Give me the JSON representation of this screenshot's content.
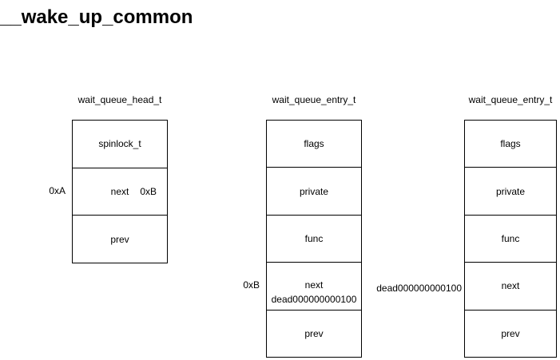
{
  "page_title": "__wake_up_common",
  "diagram": {
    "boxes": [
      {
        "caption": "wait_queue_head_t",
        "cells": [
          "spinlock_t",
          "next",
          "prev"
        ],
        "next_points_to": "0xB",
        "address_label": "0xA"
      },
      {
        "caption": "wait_queue_entry_t",
        "cells": [
          "flags",
          "private",
          "func",
          "next",
          "prev"
        ],
        "next_value": "dead000000000100",
        "address_label": "0xB"
      },
      {
        "caption": "wait_queue_entry_t",
        "cells": [
          "flags",
          "private",
          "func",
          "next",
          "prev"
        ],
        "address_label": "dead000000000100"
      }
    ],
    "colors": {
      "border": "#000000",
      "text": "#000000",
      "background": "#ffffff"
    }
  }
}
